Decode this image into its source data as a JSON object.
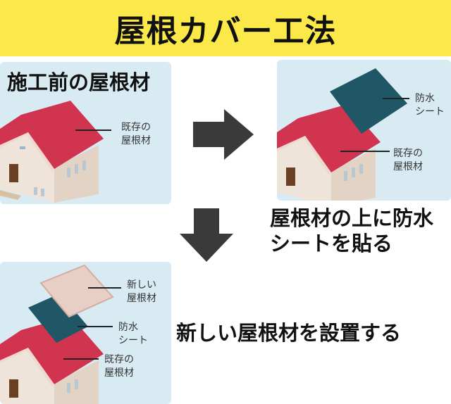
{
  "title": "屋根カバー工法",
  "panel_before": {
    "title": "施工前の屋根材",
    "label_existing": [
      "既存の",
      "屋根材"
    ]
  },
  "panel_sheet": {
    "label_sheet": [
      "防水",
      "シート"
    ],
    "label_existing": [
      "既存の",
      "屋根材"
    ]
  },
  "panel_new": {
    "label_new": [
      "新しい",
      "屋根材"
    ],
    "label_sheet": [
      "防水",
      "シート"
    ],
    "label_existing": [
      "既存の",
      "屋根材"
    ]
  },
  "captions": {
    "step1": [
      "屋根材の上に防水",
      "シートを貼る"
    ],
    "step2": "新しい屋根材を設置する"
  },
  "colors": {
    "banner": "#fbe94a",
    "panel_bg": "#d8ebf3",
    "roof": "#d0344f",
    "sheet": "#1f5767",
    "new_roof": "#e8cfc6",
    "arrow": "#3a3a3a"
  }
}
